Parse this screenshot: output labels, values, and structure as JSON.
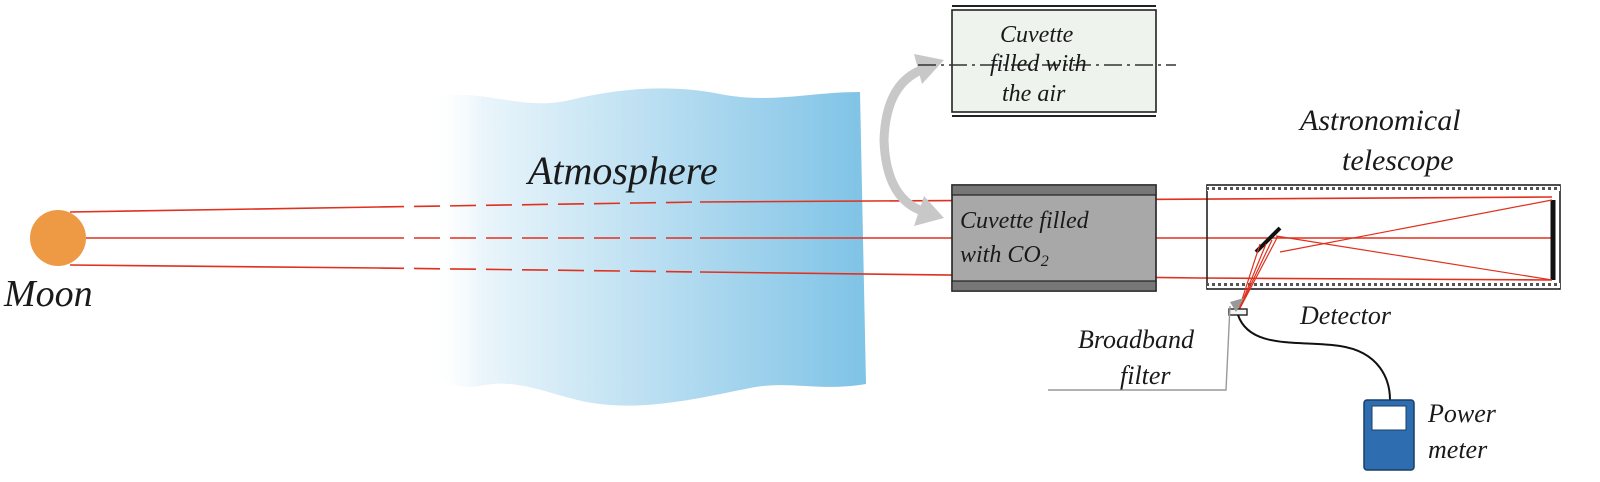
{
  "labels": {
    "moon": "Moon",
    "atmosphere": "Atmosphere",
    "cuvette_air_line1": "Cuvette",
    "cuvette_air_line2": "filled with",
    "cuvette_air_line3": "the air",
    "cuvette_co2_line1": "Cuvette filled",
    "cuvette_co2_line2": "with CO",
    "cuvette_co2_subscript": "2",
    "telescope_line1": "Astronomical",
    "telescope_line2": "telescope",
    "detector": "Detector",
    "filter_line1": "Broadband",
    "filter_line2": "filter",
    "power_meter_line1": "Power",
    "power_meter_line2": "meter"
  },
  "colors": {
    "moon": "#ee9a45",
    "beam": "#e0301e",
    "atmosphere": "#7fc3e6",
    "cuvette_air_fill": "#eef3ee",
    "cuvette_co2_fill": "#a8a8a8",
    "arrow": "#c8c8c8",
    "power_meter": "#2e6eb0"
  }
}
